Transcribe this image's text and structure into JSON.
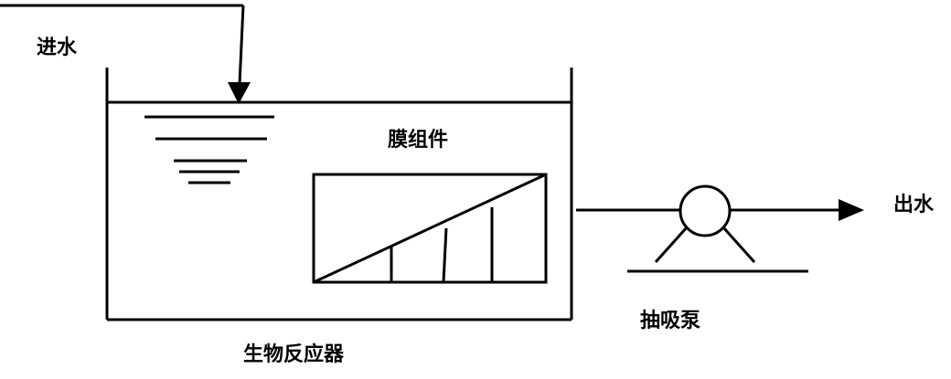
{
  "labels": {
    "inlet": "进水",
    "membrane_module": "膜组件",
    "outlet": "出水",
    "suction_pump": "抽吸泵",
    "bioreactor": "生物反应器"
  },
  "colors": {
    "line": "#000000",
    "background": "#ffffff"
  }
}
